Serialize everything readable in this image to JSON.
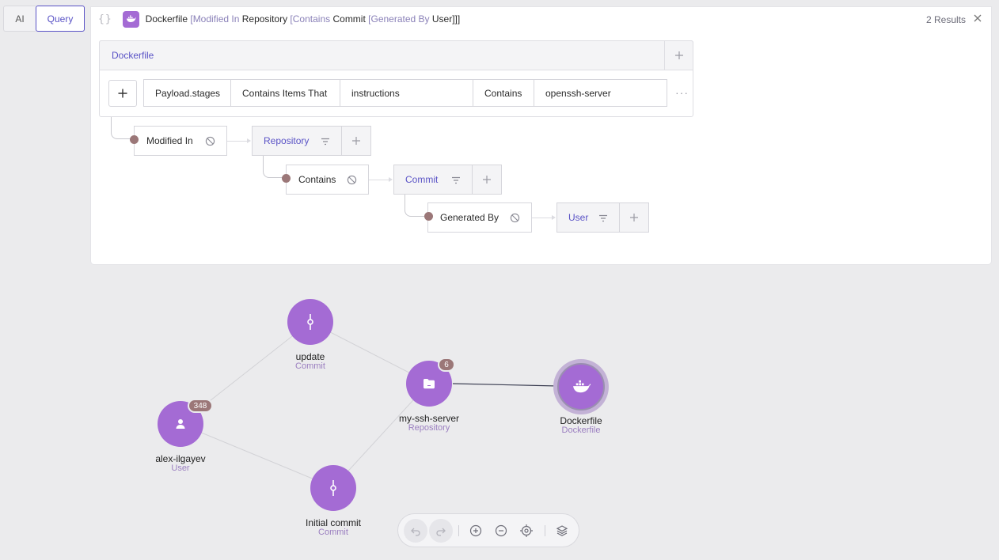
{
  "tabs": {
    "ai": "AI",
    "query": "Query"
  },
  "query_bar": {
    "braces": "{}",
    "parts": [
      {
        "text": "Dockerfile",
        "style": "dark"
      },
      {
        "text": " [",
        "style": "muted"
      },
      {
        "text": "Modified In",
        "style": "muted"
      },
      {
        "text": " Repository",
        "style": "dark"
      },
      {
        "text": " [",
        "style": "muted"
      },
      {
        "text": "Contains",
        "style": "muted"
      },
      {
        "text": " Commit",
        "style": "dark"
      },
      {
        "text": " [",
        "style": "muted"
      },
      {
        "text": "Generated By",
        "style": "muted"
      },
      {
        "text": " User",
        "style": "dark"
      },
      {
        "text": "]]]",
        "style": "dark"
      }
    ],
    "results": "2 Results"
  },
  "builder": {
    "root_entity": "Dockerfile",
    "condition": {
      "field": "Payload.stages",
      "operator": "Contains Items That",
      "subfield": "instructions",
      "operator2": "Contains",
      "value": "openssh-server"
    },
    "relations": [
      {
        "relation": "Modified In",
        "entity": "Repository"
      },
      {
        "relation": "Contains",
        "entity": "Commit"
      },
      {
        "relation": "Generated By",
        "entity": "User"
      }
    ],
    "more": "···"
  },
  "graph": {
    "nodes": {
      "update": {
        "label": "update",
        "type": "Commit",
        "icon": "commit-icon"
      },
      "repo": {
        "label": "my-ssh-server",
        "type": "Repository",
        "icon": "folder-icon",
        "badge": "6"
      },
      "dockerfile": {
        "label": "Dockerfile",
        "type": "Dockerfile",
        "icon": "docker-icon"
      },
      "user": {
        "label": "alex-ilgayev",
        "type": "User",
        "icon": "user-icon",
        "badge": "348"
      },
      "initial": {
        "label": "Initial commit",
        "type": "Commit",
        "icon": "commit-icon"
      }
    },
    "colors": {
      "node": "#a46bd4",
      "badge": "#9b7778",
      "accent": "#5a53c6"
    }
  },
  "toolbar": [
    "undo-icon",
    "redo-icon",
    "zoom-in-icon",
    "zoom-out-icon",
    "recenter-icon",
    "layers-icon"
  ]
}
